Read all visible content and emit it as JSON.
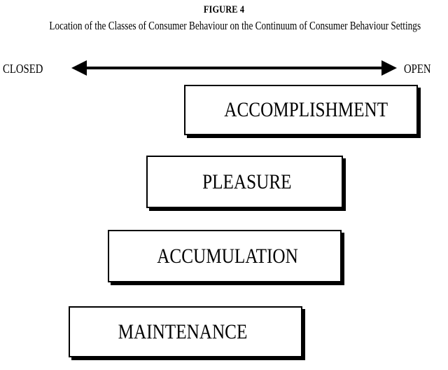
{
  "figure": {
    "label": "FIGURE 4",
    "caption": "Location of the Classes of Consumer Behaviour on the Continuum of Consumer Behaviour Settings"
  },
  "continuum": {
    "left_label": "CLOSED",
    "right_label": "OPEN"
  },
  "classes": [
    {
      "label": "ACCOMPLISHMENT"
    },
    {
      "label": "PLEASURE"
    },
    {
      "label": "ACCUMULATION"
    },
    {
      "label": "MAINTENANCE"
    }
  ]
}
